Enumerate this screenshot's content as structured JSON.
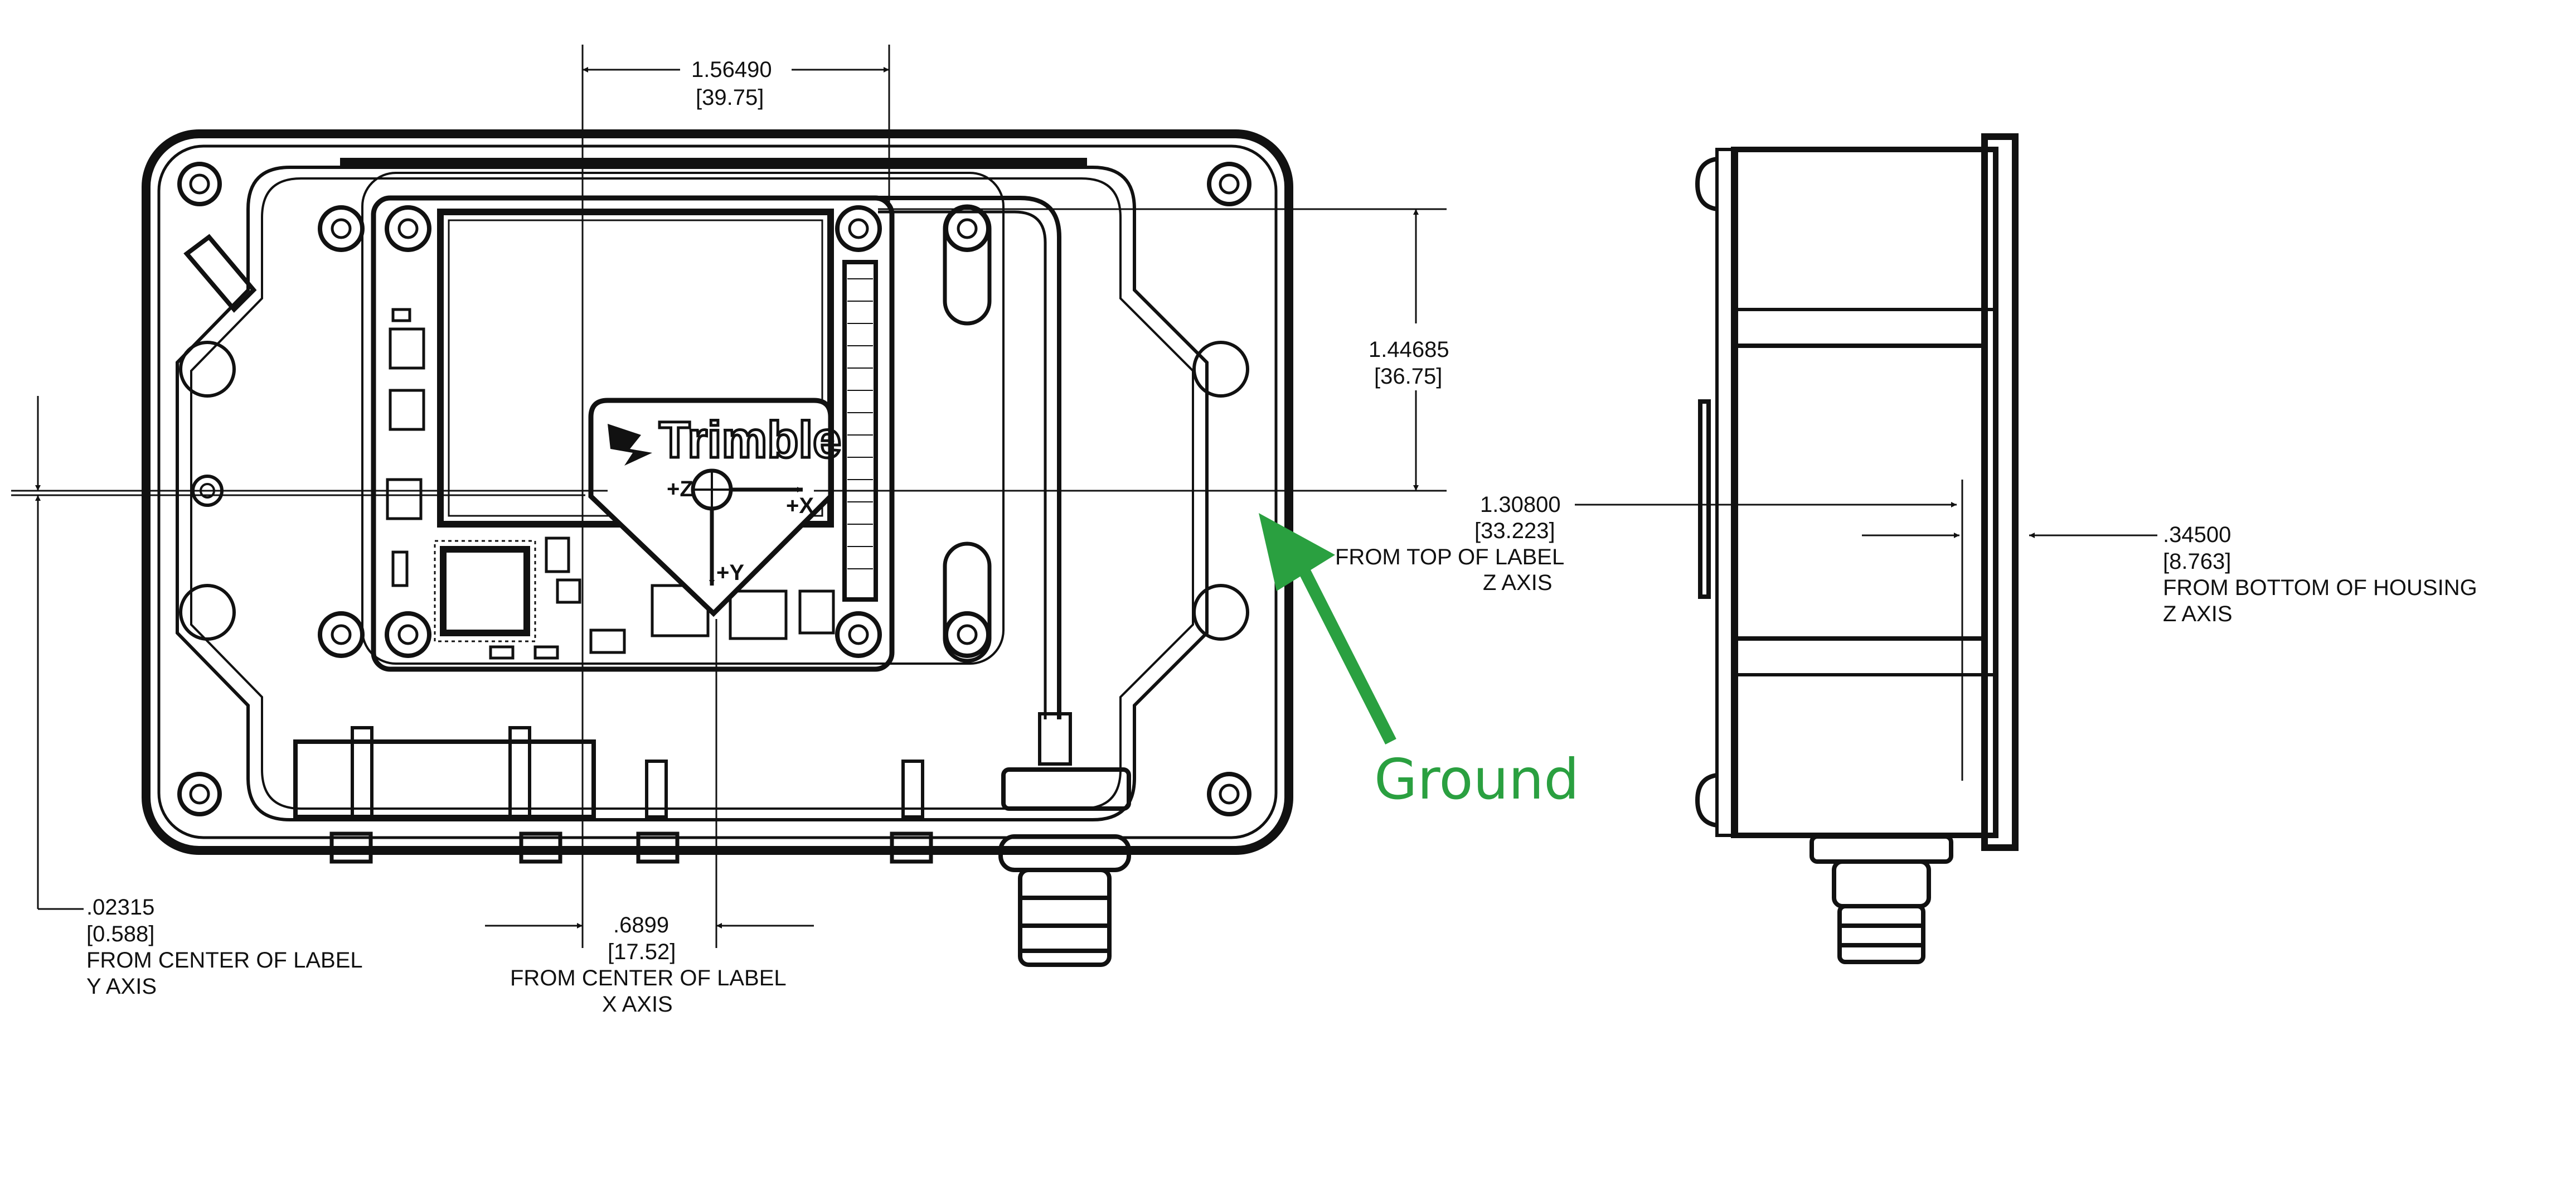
{
  "logo": {
    "text": "Trimble",
    "brand_color": "#000000"
  },
  "board_axes": {
    "x_label": "+X",
    "y_label": "+Y",
    "z_label": "+Z"
  },
  "dimensions": {
    "top_width": {
      "inches": "1.56490",
      "mm": "[39.75]"
    },
    "right_height": {
      "inches": "1.44685",
      "mm": "[36.75]"
    },
    "y_offset": {
      "inches": ".02315",
      "mm": "[0.588]",
      "line1": "FROM CENTER OF LABEL",
      "line2": "Y AXIS"
    },
    "x_offset": {
      "inches": ".6899",
      "mm": "[17.52]",
      "line1": "FROM CENTER OF LABEL",
      "line2": "X AXIS"
    },
    "z_label": {
      "inches": "1.30800",
      "mm": "[33.223]",
      "line1": "FROM TOP OF LABEL",
      "line2": "Z AXIS"
    },
    "z_housing": {
      "inches": ".34500",
      "mm": "[8.763]",
      "line1": "FROM BOTTOM OF HOUSING",
      "line2": "Z AXIS"
    }
  },
  "annotation": {
    "label": "Ground",
    "color": "#2aa040"
  },
  "colors": {
    "line": "#111111",
    "background": "#ffffff"
  }
}
